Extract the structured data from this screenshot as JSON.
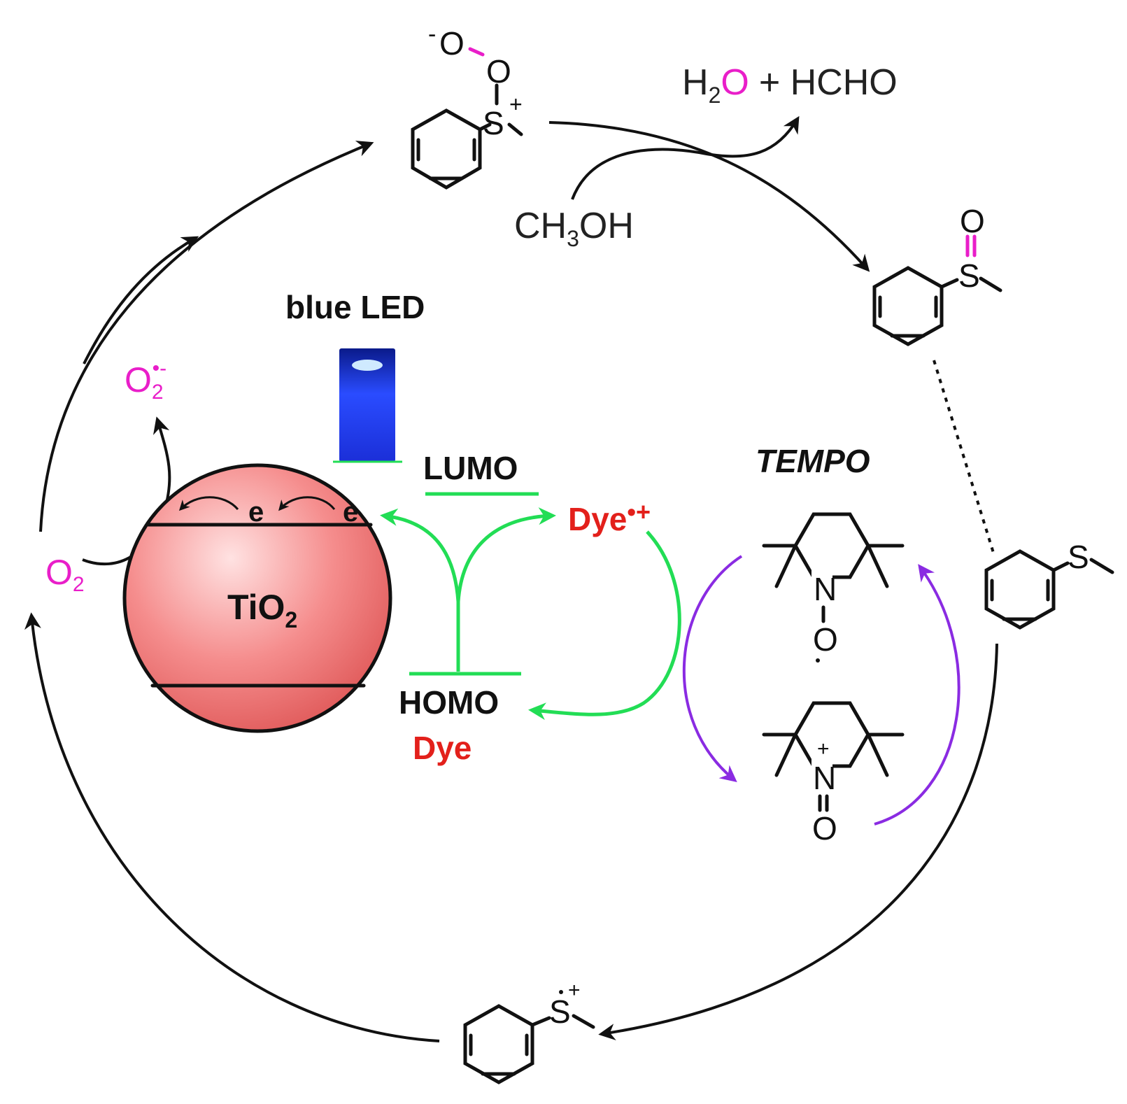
{
  "labels": {
    "water": "H",
    "water_sub": "2",
    "water_o": "O",
    "water_rest": "+ HCHO",
    "methanol_a": "CH",
    "methanol_sub": "3",
    "methanol_b": "OH",
    "blue_led": "blue LED",
    "lumo": "LUMO",
    "homo": "HOMO",
    "dye": "Dye",
    "dye_cation": "Dye",
    "dye_cation_sup": "•+",
    "tempo": "TEMPO",
    "tio2": "TiO",
    "tio2_sub": "2",
    "electron": "e",
    "o2": "O",
    "o2_sub": "2",
    "superoxide": "O",
    "superoxide_sub": "2",
    "superoxide_sup": "•-"
  },
  "atoms": {
    "sulfur": "S",
    "oxygen": "O",
    "nitrogen": "N",
    "plus": "+",
    "minus": "-"
  },
  "colors": {
    "reactive_oxygen": "#e91ec9",
    "dye": "#e3201b",
    "electron_transfer": "#22dd55",
    "tempo_cycle": "#8a2be2",
    "tio2_sphere": "#f07a7a",
    "led": "#1b2fd8"
  }
}
